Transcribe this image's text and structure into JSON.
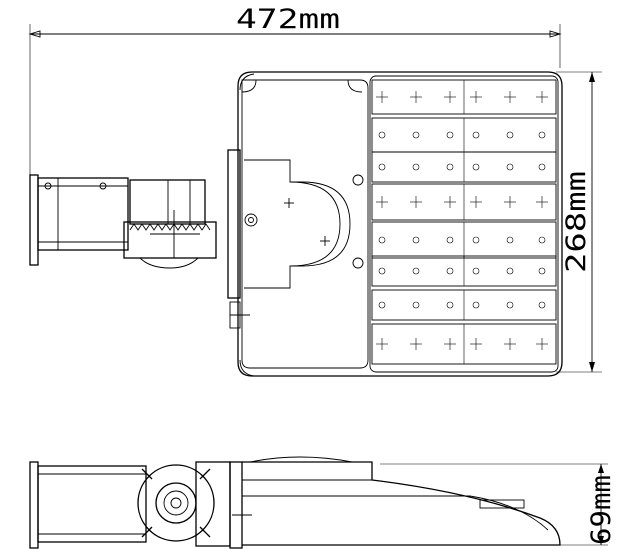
{
  "figure": {
    "title": "",
    "views": [
      "top-view",
      "side-view"
    ]
  },
  "dimensions": {
    "length": "472mm",
    "width": "268mm",
    "height": "69mm"
  }
}
